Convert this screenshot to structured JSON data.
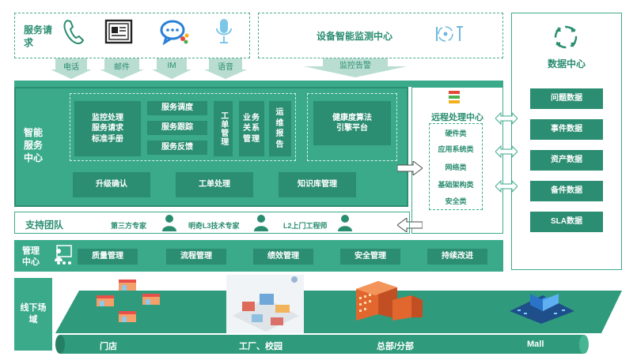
{
  "service_request": {
    "title": "服务请求",
    "channels": [
      {
        "icon": "phone-icon",
        "label": "电话"
      },
      {
        "icon": "mail-icon",
        "label": "邮件"
      },
      {
        "icon": "chat-icon",
        "label": "IM"
      },
      {
        "icon": "microphone-icon",
        "label": "语音"
      }
    ]
  },
  "monitoring": {
    "title": "设备智能监测中心",
    "icon": "iot-icon",
    "icon_text": "I T",
    "arrow_label": "监控告警"
  },
  "smart_service": {
    "title": "智能服务中心",
    "manual": "监控处理\n服务请求\n标准手册",
    "dispatch": [
      "服务调度",
      "服务跟踪",
      "服务反馈"
    ],
    "vertical_items": [
      "工单管理",
      "业务关系管理",
      "运维报告"
    ],
    "health": "健康度算法\n引擎平台",
    "bottom": [
      "升级确认",
      "工单处理",
      "知识库管理"
    ]
  },
  "remote": {
    "title": "远程处理中心",
    "items": [
      "硬件类",
      "应用系统类",
      "网络类",
      "基础架构类",
      "安全类"
    ]
  },
  "data_center": {
    "title": "数据中心",
    "items": [
      "问题数据",
      "事件数据",
      "资产数据",
      "备件数据",
      "SLA数据"
    ]
  },
  "support": {
    "title": "支持团队",
    "members": [
      "第三方专家",
      "明奇L3技术专家",
      "L2上门工程师"
    ]
  },
  "management": {
    "title": "管理中心",
    "items": [
      "质量管理",
      "流程管理",
      "绩效管理",
      "安全管理",
      "持续改进"
    ]
  },
  "offline": {
    "title": "线下场域",
    "sites": [
      "门店",
      "工厂、校园",
      "总部/分部",
      "Mall"
    ]
  },
  "colors": {
    "teal": "#2f9b7c",
    "teal_dark": "#2b8d71",
    "teal_light": "#3aaa8a",
    "text_green": "#2a8d70"
  }
}
